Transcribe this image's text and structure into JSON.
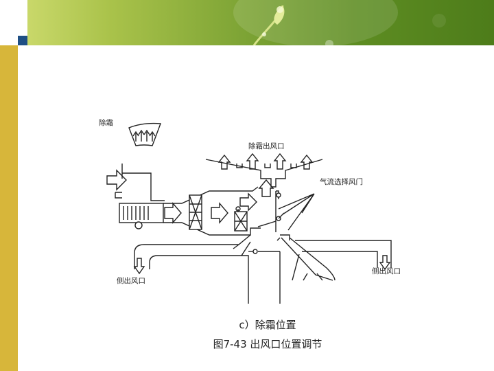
{
  "diagram": {
    "labels": {
      "defrost": "除霜",
      "defrost_outlet": "除霜出风口",
      "airflow_door": "气流选择风门",
      "side_outlet_left": "侧出风口",
      "side_outlet_right": "侧出风口"
    }
  },
  "captions": {
    "sub": "c）除霜位置",
    "main": "图7-43  出风口位置调节"
  }
}
